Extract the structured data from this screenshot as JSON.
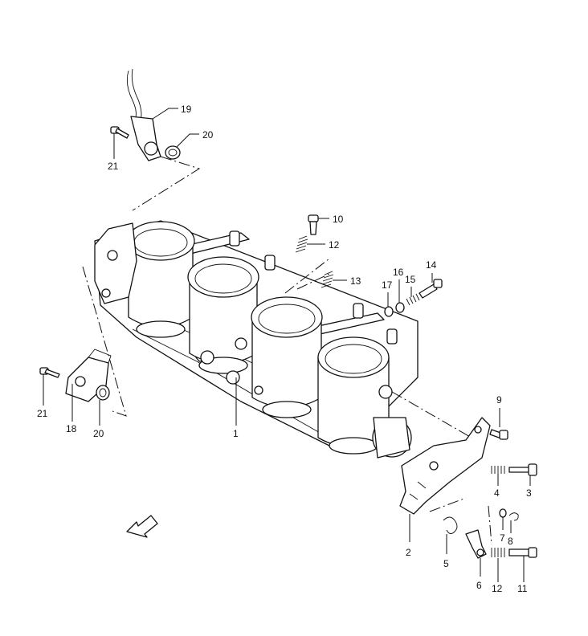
{
  "labels": {
    "l1": "1",
    "l2": "2",
    "l3": "3",
    "l4": "4",
    "l5": "5",
    "l6": "6",
    "l7": "7",
    "l8": "8",
    "l9": "9",
    "l10": "10",
    "l11": "11",
    "l12a": "12",
    "l12b": "12",
    "l13": "13",
    "l14": "14",
    "l15": "15",
    "l16": "16",
    "l17": "17",
    "l18": "18",
    "l19": "19",
    "l20a": "20",
    "l20b": "20",
    "l21a": "21",
    "l21b": "21"
  },
  "fwd_text": "FWD"
}
